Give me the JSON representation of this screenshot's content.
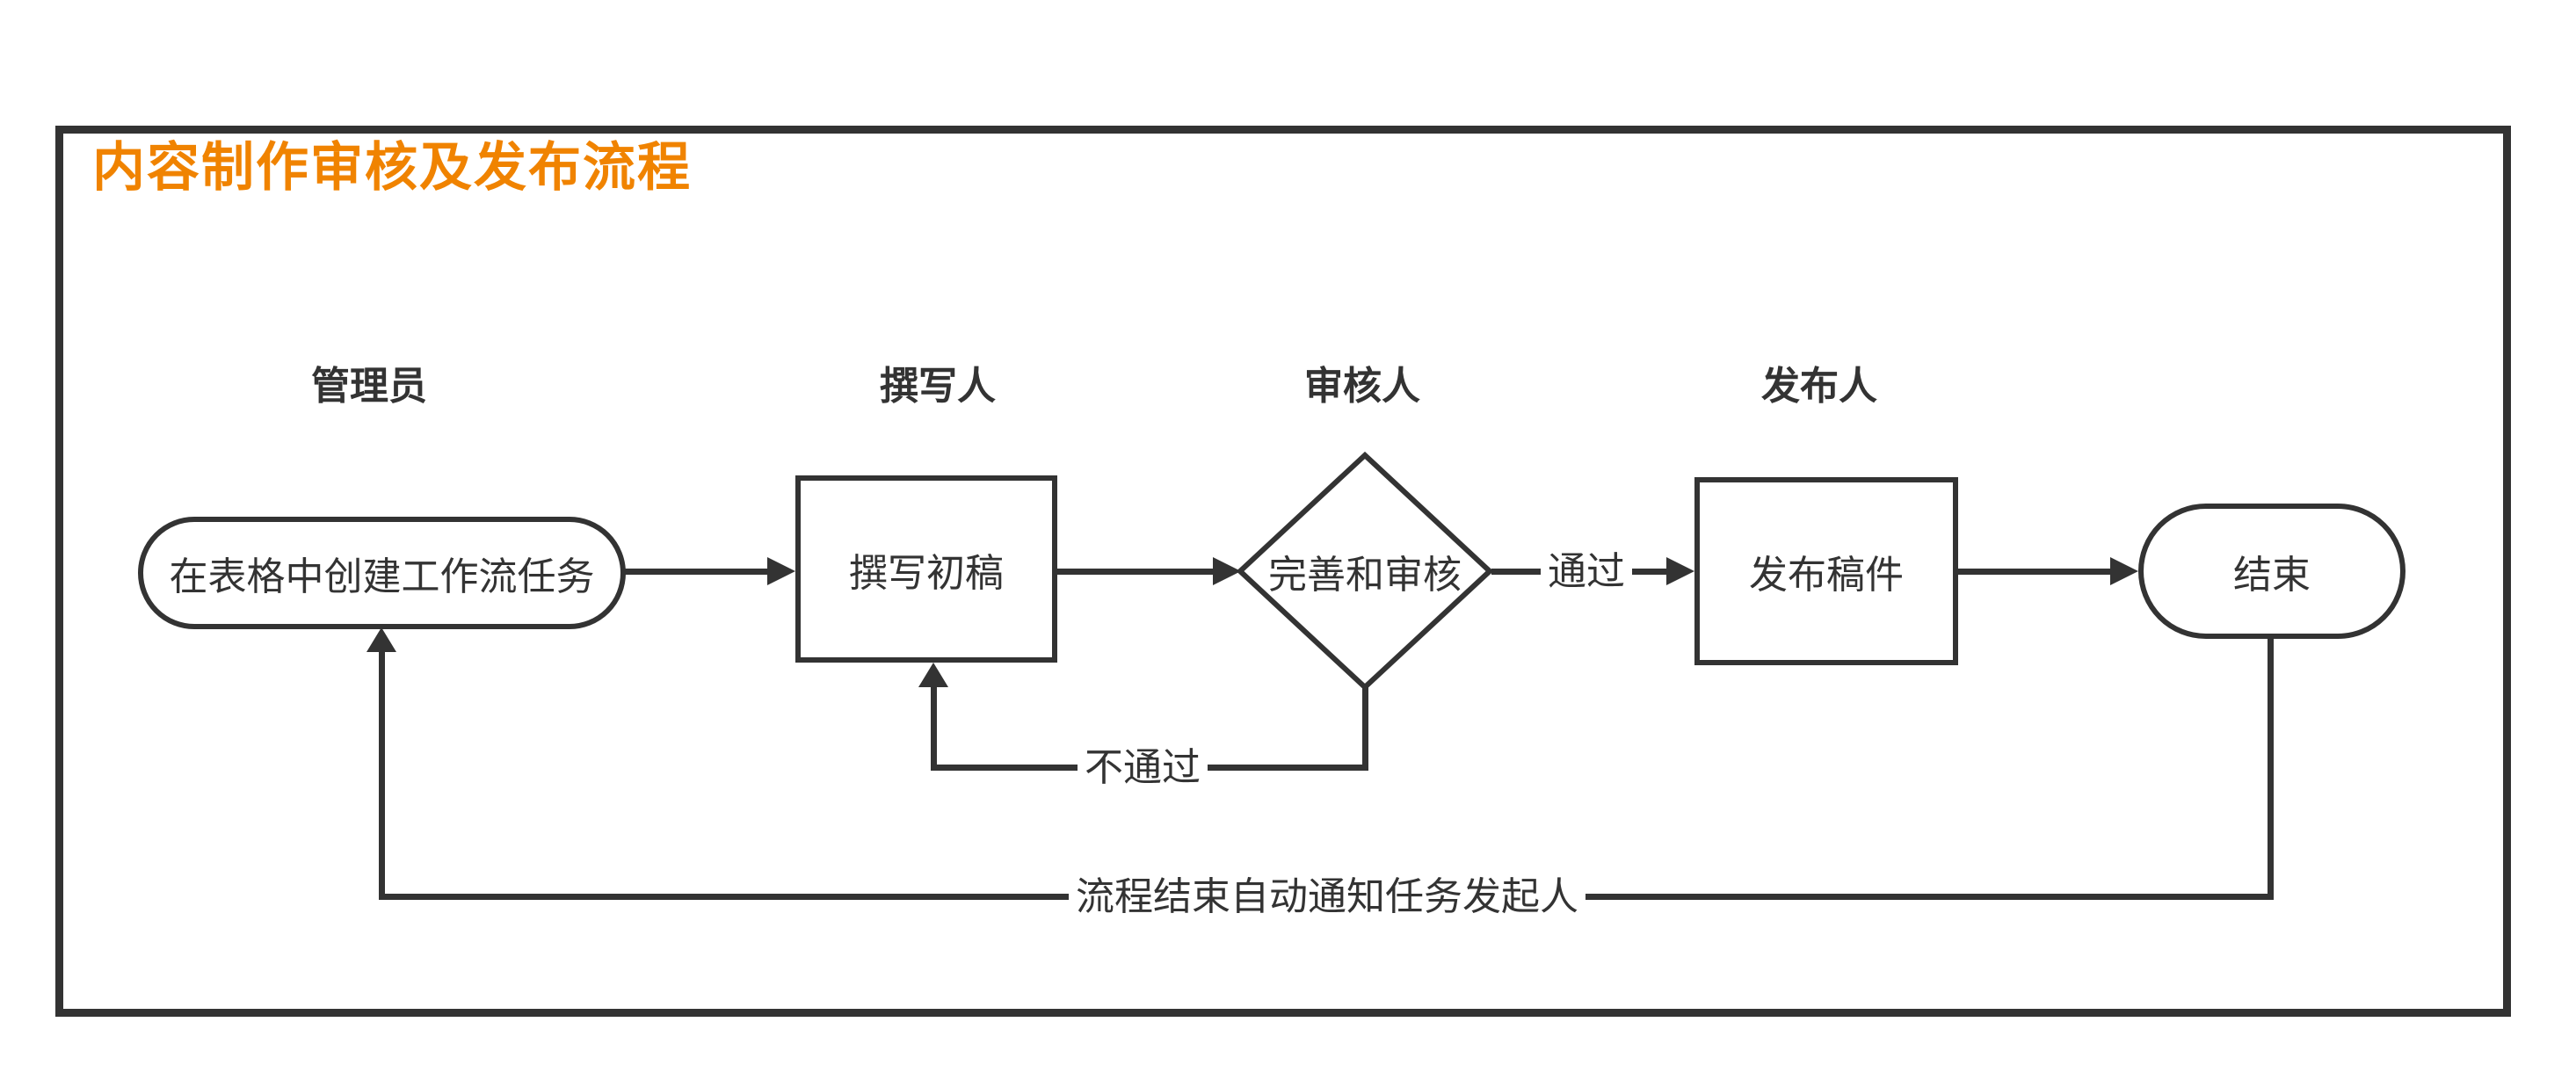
{
  "diagram": {
    "title": "内容制作审核及发布流程",
    "colors": {
      "accent": "#F08300",
      "ink": "#333333",
      "background": "#FFFFFF"
    },
    "lanes": [
      {
        "label": "管理员"
      },
      {
        "label": "撰写人"
      },
      {
        "label": "审核人"
      },
      {
        "label": "发布人"
      }
    ],
    "nodes": [
      {
        "id": "create-task",
        "type": "rounded-start",
        "label": "在表格中创建工作流任务"
      },
      {
        "id": "write-draft",
        "type": "process",
        "label": "撰写初稿"
      },
      {
        "id": "review",
        "type": "decision",
        "label": "完善和审核"
      },
      {
        "id": "publish",
        "type": "process",
        "label": "发布稿件"
      },
      {
        "id": "end",
        "type": "rounded-end",
        "label": "结束"
      }
    ],
    "edges": [
      {
        "from": "create-task",
        "to": "write-draft",
        "label": ""
      },
      {
        "from": "write-draft",
        "to": "review",
        "label": ""
      },
      {
        "from": "review",
        "to": "publish",
        "label": "通过"
      },
      {
        "from": "review",
        "to": "write-draft",
        "label": "不通过"
      },
      {
        "from": "publish",
        "to": "end",
        "label": ""
      },
      {
        "from": "end",
        "to": "create-task",
        "label": "流程结束自动通知任务发起人"
      }
    ]
  }
}
